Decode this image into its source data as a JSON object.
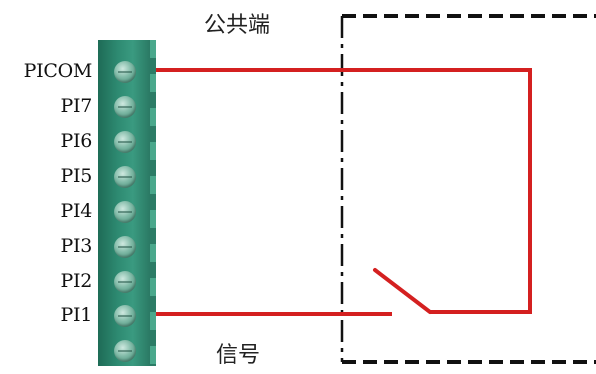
{
  "labels": {
    "common_terminal": "公共端",
    "signal": "信号"
  },
  "pins": [
    "PICOM",
    "PI7",
    "PI6",
    "PI5",
    "PI4",
    "PI3",
    "PI2",
    "PI1"
  ],
  "colors": {
    "wire": "#d42020",
    "terminal_block": "#2e8b72",
    "dashed_border": "#111111"
  },
  "switch_state": "open"
}
